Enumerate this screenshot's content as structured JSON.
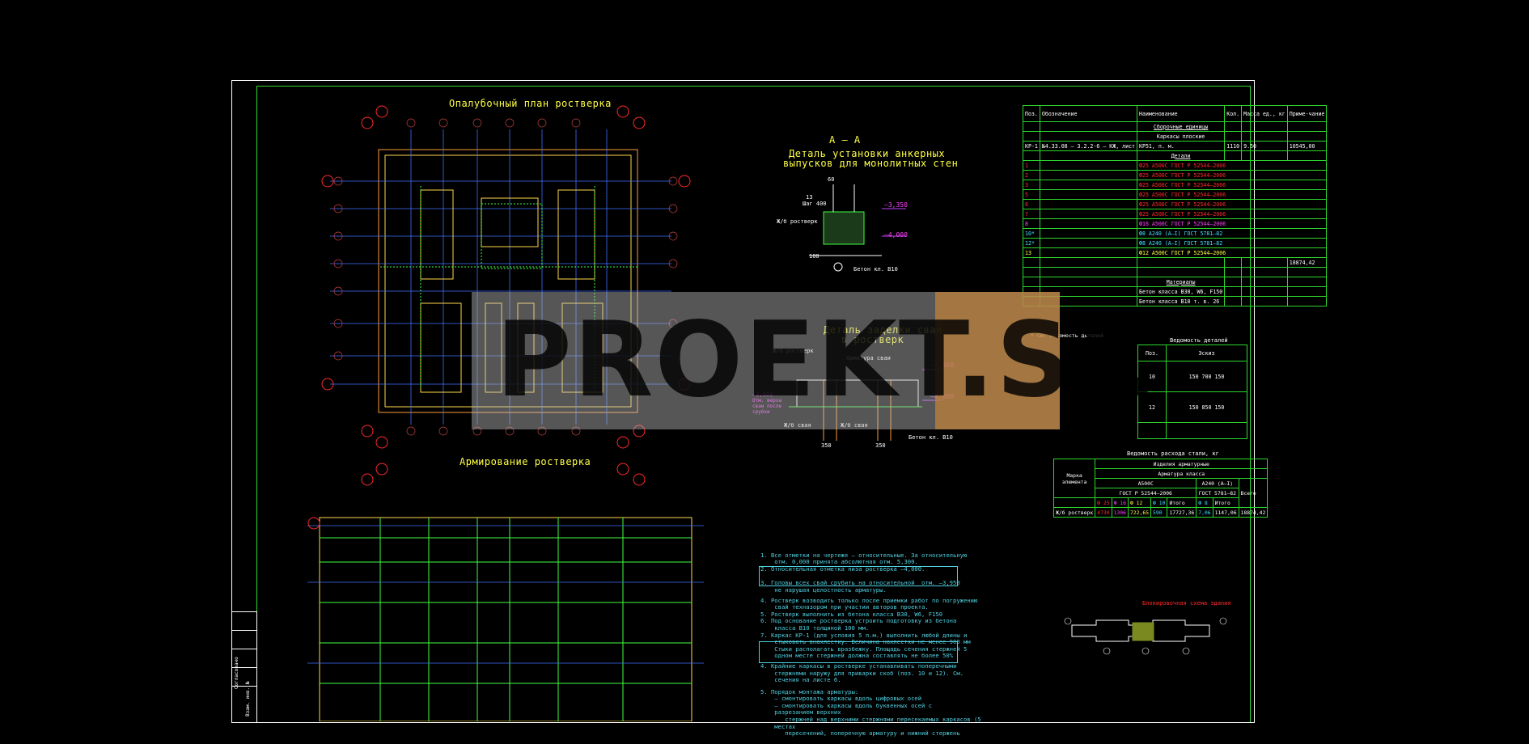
{
  "titles": {
    "formwork": "Опалубочный план ростверка",
    "reinforcement": "Армирование ростверка",
    "section": "А – А",
    "detail_anchor_1": "Деталь установки анкерных",
    "detail_anchor_2": "выпусков для монолитных стен",
    "detail_pile_1": "Деталь заделки свай",
    "detail_pile_2": "в ростверк",
    "building_scheme": "Блокировочная схема здания"
  },
  "spec_table": {
    "headers": [
      "Поз.",
      "Обозначение",
      "Наименование",
      "Кол.",
      "Масса ед., кг",
      "Приме-чание"
    ],
    "section_assembly": "Сборочные единицы",
    "section_frames": "Каркасы плоские",
    "row_kr": [
      "КР-1",
      "№4.33.08 – 3.2.2-6 – КЖ, лист",
      "КР51,",
      "п. м.",
      "1110",
      "9.50",
      "10545,00"
    ],
    "section_details": "Детали",
    "detail_rows": [
      {
        "pos": "1",
        "text": "Ф25 А500С ГОСТ Р 52544–2006",
        "color": "red"
      },
      {
        "pos": "2",
        "text": "Ф25 А500С ГОСТ Р 52544–2006",
        "color": "red"
      },
      {
        "pos": "3",
        "text": "Ф25 А500С ГОСТ Р 52544–2006",
        "color": "red"
      },
      {
        "pos": "5",
        "text": "Ф25 А500С ГОСТ Р 52544–2006",
        "color": "red"
      },
      {
        "pos": "6",
        "text": "Ф25 А500С ГОСТ Р 52544–2006",
        "color": "red"
      },
      {
        "pos": "7",
        "text": "Ф25 А500С ГОСТ Р 52544–2006",
        "color": "red"
      },
      {
        "pos": "8",
        "text": "Ф16 А500С ГОСТ Р 52544–2006",
        "color": "mag"
      },
      {
        "pos": "10*",
        "text": "Ф8 А240 (А–I) ГОСТ 5781–82",
        "color": "cyan"
      },
      {
        "pos": "12*",
        "text": "Ф8 А240 (А–I) ГОСТ 5781–82",
        "color": "cyan"
      },
      {
        "pos": "13",
        "text": "Ф12 А500С ГОСТ Р 52544–2006",
        "color": "yel"
      }
    ],
    "total": "18874,42",
    "section_materials": "Материалы",
    "material_1": "Бетон класса В30, W6, F150",
    "material_2": "Бетон класса В10 т. в. 26",
    "footnote": "* См. ведомость деталей"
  },
  "details_table": {
    "title": "Ведомость деталей",
    "headers": [
      "Поз.",
      "Эскиз"
    ],
    "rows": [
      {
        "pos": "10",
        "dims": [
          "150",
          "700",
          "150"
        ]
      },
      {
        "pos": "12",
        "dims": [
          "150",
          "850",
          "150"
        ]
      }
    ]
  },
  "steel_table": {
    "title": "Ведомость расхода стали, кг",
    "h1": "Изделия арматурные",
    "h2": "Арматура класса",
    "h_mark": "Марка элемента",
    "h_a500": "А500С",
    "h_a240": "А240 (А–I)",
    "h_gost1": "ГОСТ Р 52544–2006",
    "h_gost2": "ГОСТ 5781–82",
    "h_total": "Всего",
    "diam": [
      "Ф 25",
      "Ф 16",
      "Ф 12",
      "Ф 10",
      "Итого",
      "Ф 8",
      "Итого"
    ],
    "row_label": "Ж/б ростверк",
    "row_values": [
      "4730",
      "1306",
      "722,65",
      "590",
      "17727,36",
      "7,06",
      "1147,06",
      "18874,42"
    ]
  },
  "notes": [
    "1. Все отметки на чертеже – относительные. За относительную",
    "    отм. 0,000 принята абсолютная отм. 5,300.",
    "2. Относительная отметка низа ростверка –4,000.",
    "3. Головы всех свай срубить на относительной  отм. –3,950",
    "    не нарушая целостность арматуры.",
    "4. Ростверк возводить только после приемки работ по погружению",
    "    свай техназором при участии авторов проекта.",
    "5. Ростверк выполнить из бетона класса В30, W6, F150",
    "6. Под основание ростверка устроить подготовку из бетона",
    "    класса В10 толщиной 100 мм.",
    "7. Каркас КР-1 (для условия 5 п.м.) выполнить любой длины и",
    "    стыковать внахлестку. Величина нахлестки не менее 900 мм",
    "    Стыки располагать вразбежку. Площадь сечения стержней 5",
    "    одном месте стержней должна составлять не более 50%",
    "4. Крайние каркасы в ростверке устанавливать поперечными",
    "    стержнями наружу для приварки скоб (поз. 10 и 12). См.",
    "    сечения на листе 6.",
    "5. Порядок монтажа арматуры:",
    "    – смонтировать каркасы вдоль цифровых осей",
    "    – смонтировать каркасы вдоль буквенных осей с",
    "    разрезанием верхних",
    "       стержней над верхними стержнями пересекаемых каркасов (5",
    "    местах",
    "       пересечений, поперечную арматуру и нижний стержень"
  ],
  "section_labels": {
    "lvl1": "–3,350",
    "lvl2": "–4,000",
    "lvl3": "–3,350",
    "lvl4": "–3,950",
    "lvl5": "–4,000",
    "step": "Шаг 400",
    "grillage": "Ж/б ростверк",
    "concrete": "Бетон кл. В10",
    "pile1": "Ж/б свая",
    "pile2": "Ж/б свая",
    "rebar": "Арматура сваи",
    "cut_note": "Отм. верха сваи после срубки",
    "d60": "60",
    "d13": "13",
    "d100": "100",
    "d350a": "350",
    "d350b": "350"
  },
  "side_strip": [
    "Согласовано",
    "Взам. инв. №"
  ],
  "watermark": "PROEKT.SX",
  "colors": {
    "frame": "#2dd82d",
    "title": "#ffff44",
    "note": "#4fd0e0",
    "axis": "#ff2a2a"
  }
}
